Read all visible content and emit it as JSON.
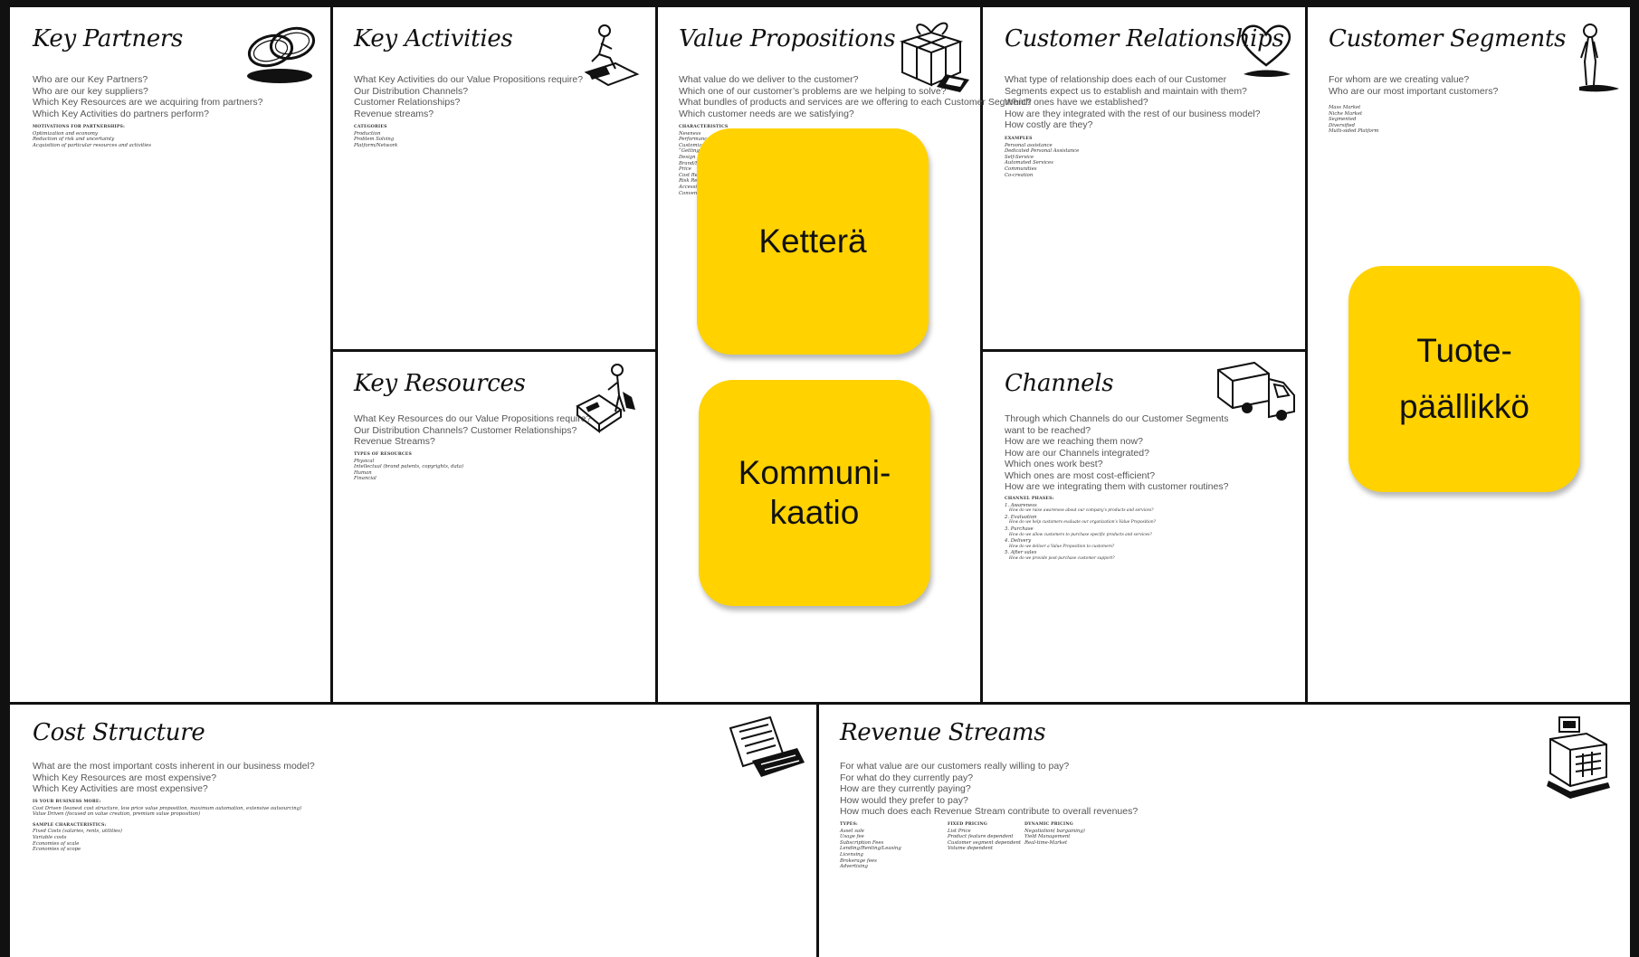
{
  "blocks": {
    "key_partners": {
      "title": "Key Partners",
      "questions": [
        "Who are our Key Partners?",
        "Who are our key suppliers?",
        "Which Key Resources are we acquiring from partners?",
        "Which Key Activities do partners perform?"
      ],
      "heading": "MOTIVATIONS FOR PARTNERSHIPS:",
      "items": [
        "Optimization and economy",
        "Reduction of risk and uncertainty",
        "Acquisition of particular resources and activities"
      ],
      "icon": "chain-link-icon"
    },
    "key_activities": {
      "title": "Key Activities",
      "questions": [
        "What Key Activities do our Value Propositions require?",
        "Our Distribution Channels?",
        "Customer Relationships?",
        "Revenue streams?"
      ],
      "heading": "CATEGORIES",
      "items": [
        "Production",
        "Problem Solving",
        "Platform/Network"
      ],
      "icon": "person-working-icon"
    },
    "key_resources": {
      "title": "Key Resources",
      "questions": [
        "What Key Resources do our Value Propositions require?",
        "Our Distribution Channels? Customer Relationships?",
        "Revenue Streams?"
      ],
      "heading": "TYPES OF RESOURCES",
      "items": [
        "Physical",
        "Intellectual (brand patents, copyrights, data)",
        "Human",
        "Financial"
      ],
      "icon": "person-with-machine-icon"
    },
    "value_propositions": {
      "title": "Value Propositions",
      "questions": [
        "What value do we deliver to the customer?",
        "Which one of our customer’s problems are we helping to solve?",
        "What bundles of products and services are we offering to each Customer Segment?",
        "Which customer needs are we satisfying?"
      ],
      "heading": "CHARACTERISTICS",
      "items": [
        "Newness",
        "Performance",
        "Customization",
        "“Getting the Job Done”",
        "Design",
        "Brand/Status",
        "Price",
        "Cost Reduction",
        "Risk Reduction",
        "Accessibility",
        "Convenience/Usability"
      ],
      "icon": "gift-box-icon"
    },
    "customer_relationships": {
      "title": "Customer Relationships",
      "questions": [
        "What type of relationship does each of our Customer",
        "Segments expect us to establish and maintain with them?",
        "Which ones have we established?",
        "How are they integrated with the rest of our business model?",
        "How costly are they?"
      ],
      "heading": "EXAMPLES",
      "items": [
        "Personal assistance",
        "Dedicated Personal Assistance",
        "Self-Service",
        "Automated Services",
        "Communities",
        "Co-creation"
      ],
      "icon": "heart-icon"
    },
    "channels": {
      "title": "Channels",
      "questions": [
        "Through which Channels do our Customer Segments",
        "want to be reached?",
        "How are we reaching them now?",
        "How are our Channels integrated?",
        "Which ones work best?",
        "Which ones are most cost-efficient?",
        "How are we integrating them with customer routines?"
      ],
      "heading": "CHANNEL PHASES:",
      "phases": [
        {
          "name": "1. Awareness",
          "desc": "How do we raise awareness about our company’s products and services?"
        },
        {
          "name": "2. Evaluation",
          "desc": "How do we help customers evaluate our organization’s Value Proposition?"
        },
        {
          "name": "3. Purchase",
          "desc": "How do we allow customers to purchase specific products and services?"
        },
        {
          "name": "4. Delivery",
          "desc": "How do we deliver a Value Proposition to customers?"
        },
        {
          "name": "5. After sales",
          "desc": "How do we provide post-purchase customer support?"
        }
      ],
      "icon": "delivery-truck-icon"
    },
    "customer_segments": {
      "title": "Customer Segments",
      "questions": [
        "For whom are we creating value?",
        "Who are our most important customers?"
      ],
      "items": [
        "Mass Market",
        "Niche Market",
        "Segmented",
        "Diversified",
        "Multi-sided Platform"
      ],
      "icon": "standing-person-icon"
    },
    "cost_structure": {
      "title": "Cost Structure",
      "questions": [
        "What are the most important costs inherent in our business model?",
        "Which Key Resources are most expensive?",
        "Which Key Activities are most expensive?"
      ],
      "heading": "IS YOUR BUSINESS MORE:",
      "items": [
        "Cost Driven (leanest cost structure, low price value proposition, maximum automation, extensive outsourcing)",
        "Value Driven (focused on value creation, premium value proposition)"
      ],
      "heading2": "SAMPLE CHARACTERISTICS:",
      "items2": [
        "Fixed Costs (salaries, rents, utilities)",
        "Variable costs",
        "Economies of scale",
        "Economies of scope"
      ],
      "icon": "receipts-icon"
    },
    "revenue_streams": {
      "title": "Revenue Streams",
      "questions": [
        "For what value are our customers really willing to pay?",
        "For what do they currently pay?",
        "How are they currently paying?",
        "How would they prefer to pay?",
        "How much does each Revenue Stream contribute to overall revenues?"
      ],
      "types_heading": "TYPES:",
      "types": [
        "Asset sale",
        "Usage fee",
        "Subscription Fees",
        "Lending/Renting/Leasing",
        "Licensing",
        "Brokerage fees",
        "Advertising"
      ],
      "fixed_heading": "FIXED PRICING",
      "fixed": [
        "List Price",
        "Product feature dependent",
        "Customer segment dependent",
        "Volume dependent"
      ],
      "dynamic_heading": "DYNAMIC PRICING",
      "dynamic": [
        "Negotiation( bargaining)",
        "Yield Management",
        "Real-time-Market"
      ],
      "icon": "cash-register-icon"
    }
  },
  "sticky_notes": {
    "ketteraa": "Ketterä",
    "kommunikaatio_line1": "Kommuni-",
    "kommunikaatio_line2": "kaatio",
    "tuotepaallikko_line1": "Tuote-",
    "tuotepaallikko_line2": "päällikkö"
  },
  "colors": {
    "note": "#ffd200",
    "grid": "#111111"
  }
}
